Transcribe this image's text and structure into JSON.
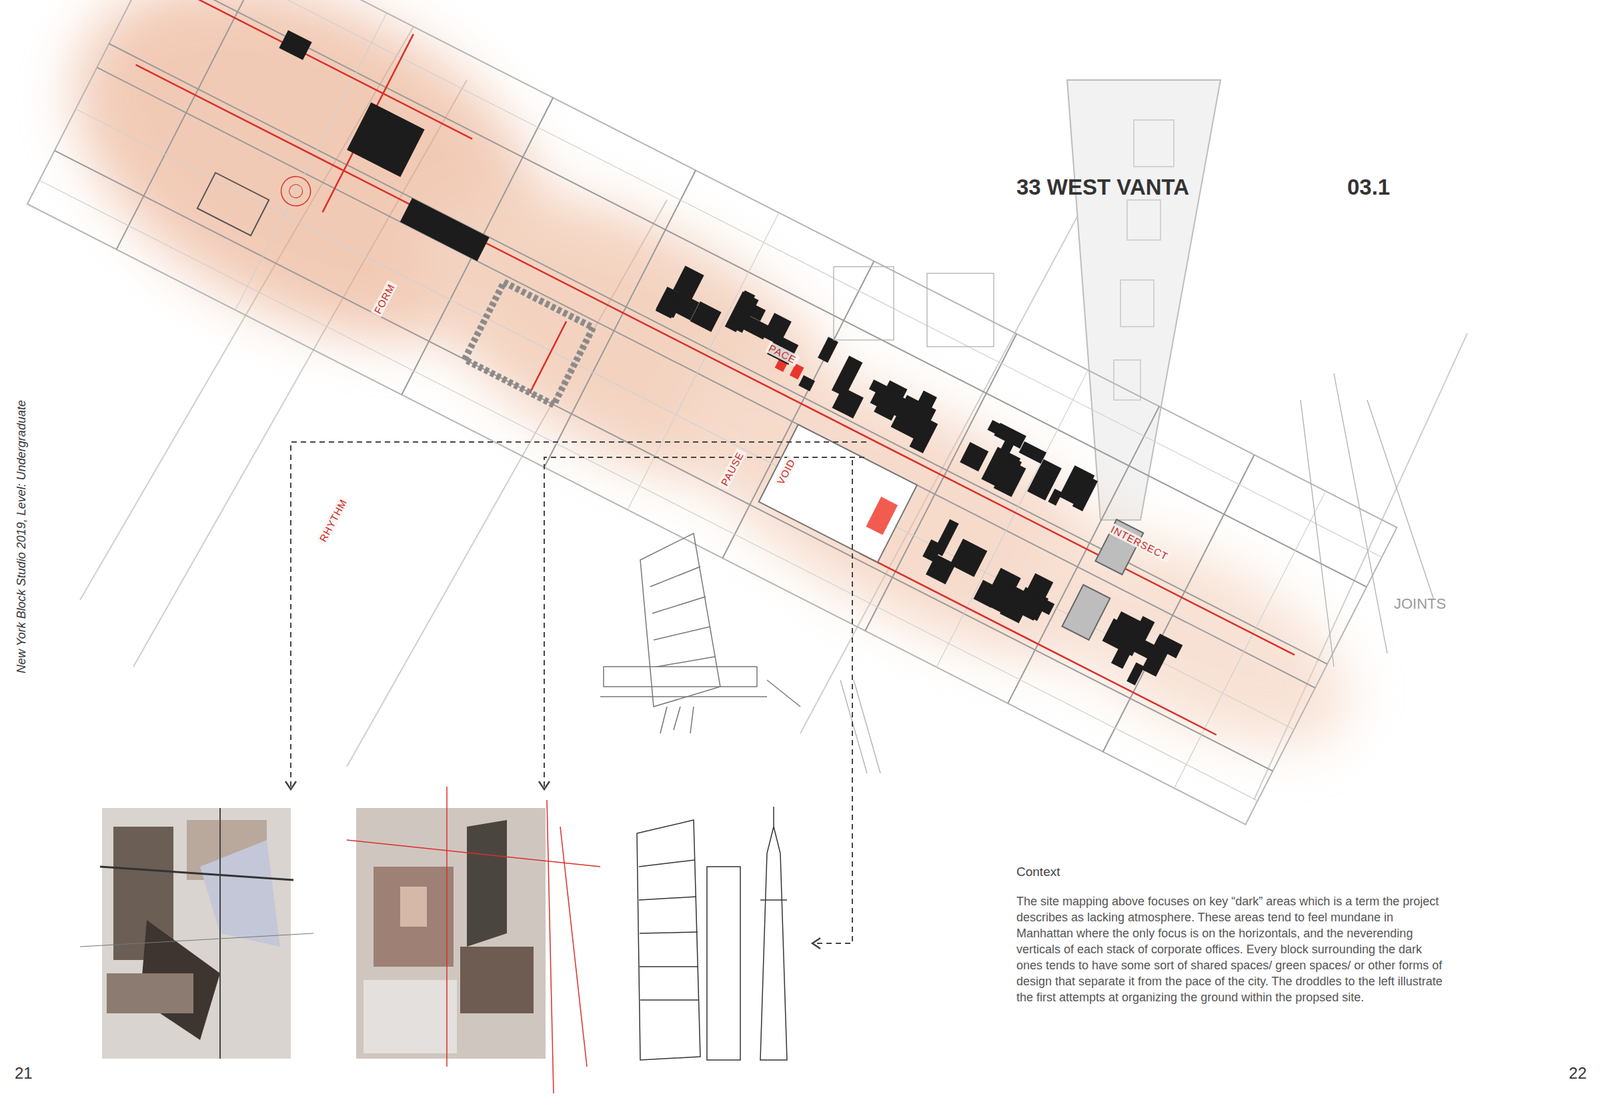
{
  "diagram": {
    "title": "33 WEST VANTA",
    "labels": [
      "03.1",
      "New York Block Studio 2019, Level: Undergraduate",
      "FORM",
      "PACE",
      "PAUSE",
      "VOID",
      "RHYTHM",
      "INTERSECT",
      "JOINTS",
      "Context",
      "The site mapping above focuses on key “dark” areas which is a term the project describes as lacking atmosphere. These areas tend to feel mundane in Manhattan where the only focus is on the horizontals, and the neverending verticals of each stack of corporate offices. Every block surrounding the dark ones tends to have some sort of shared spaces/ green spaces/ or other forms of design that separate it from the pace of the city. The droddles to the left illustrate the first attempts at organizing the ground within the propsed site.",
      "21",
      "22"
    ]
  }
}
